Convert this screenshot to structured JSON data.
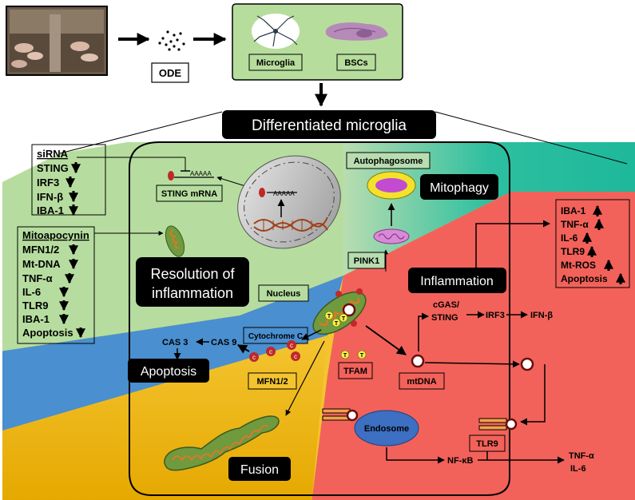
{
  "top": {
    "ode_label": "ODE",
    "microglia_label": "Microglia",
    "bscs_label": "BSCs",
    "differentiated_title": "Differentiated microglia"
  },
  "left_panel": {
    "sirna_heading": "siRNA",
    "sirna_items": [
      "STING",
      "IRF3",
      "IFN-β",
      "IBA-1"
    ],
    "mito_heading": "Mitoapocynin",
    "mito_items": [
      "MFN1/2",
      "Mt-DNA",
      "TNF-α",
      "IL-6",
      "TLR9",
      "IBA-1",
      "Apoptosis"
    ]
  },
  "center": {
    "sting_mrna": "STING mRNA",
    "aaaaa_label": "AAAAA",
    "resolution_line1": "Resolution of",
    "resolution_line2": "inflammation",
    "nucleus": "Nucleus",
    "cas3": "CAS 3",
    "cas9": "CAS 9",
    "cytochrome": "Cytochrome C",
    "c_marker": "c",
    "apoptosis": "Apoptosis",
    "mfn": "MFN1/2",
    "fusion": "Fusion",
    "tfam": "TFAM",
    "t_marker": "T"
  },
  "right_panel": {
    "autophagosome": "Autophagosome",
    "mitophagy": "Mitophagy",
    "pink1": "PINK1",
    "inflammation": "Inflammation",
    "markers": [
      "IBA-1",
      "TNF-α",
      "IL-6",
      "TLR9",
      "Mt-ROS",
      "Apoptosis"
    ],
    "cgas_line1": "cGAS/",
    "cgas_line2": "STING",
    "irf3": "IRF3",
    "ifnb": "IFN-β",
    "mtdna": "mtDNA",
    "endosome": "Endosome",
    "tlr9": "TLR9",
    "nfkb": "NF-κB",
    "out_tnf": "TNF-α",
    "out_il6": "IL-6"
  }
}
